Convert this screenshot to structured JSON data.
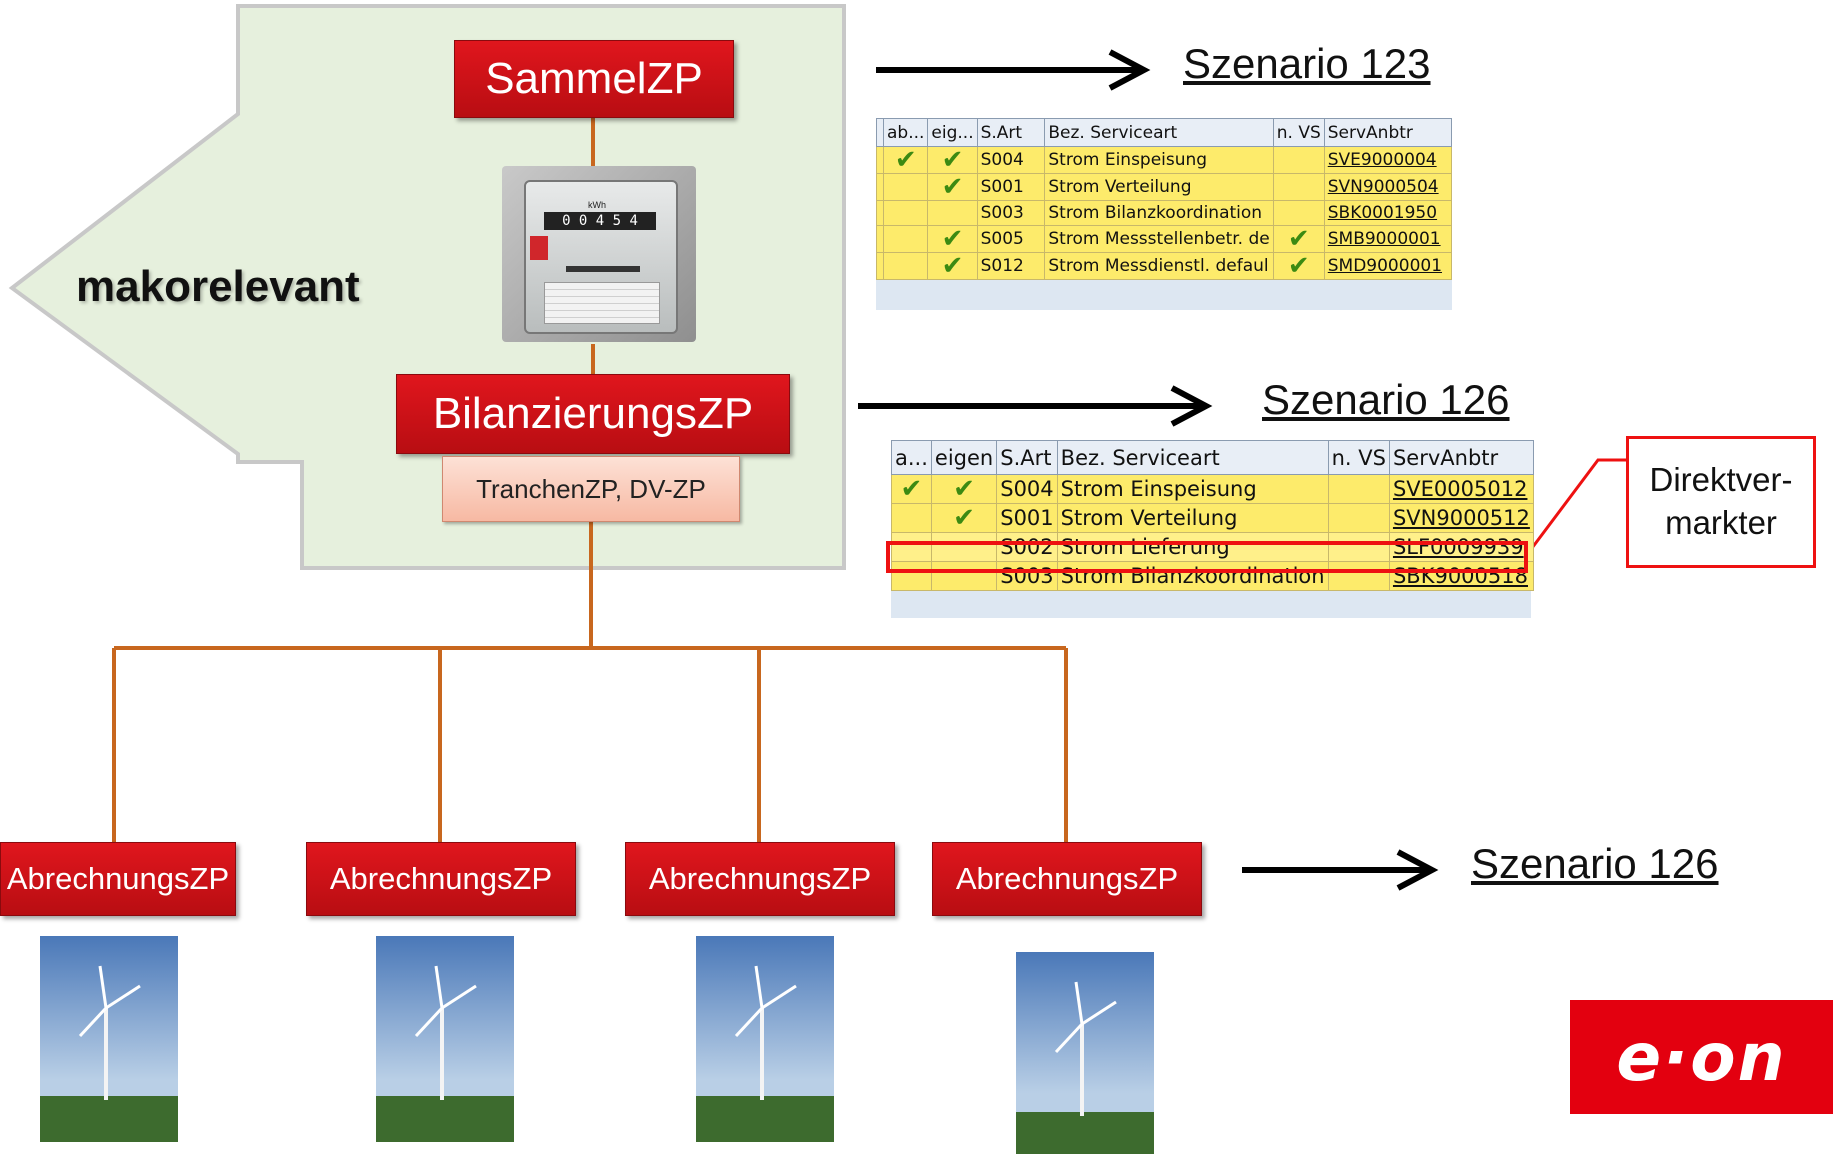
{
  "diagram": {
    "sammel_label": "SammelZP",
    "bilanz_label": "BilanzierungsZP",
    "tranchen_label": "TranchenZP, DV-ZP",
    "makorelevant_label": "makorelevant",
    "abrechnung_labels": [
      "AbrechnungsZP",
      "AbrechnungsZP",
      "AbrechnungsZP",
      "AbrechnungsZP"
    ],
    "direktvermarkter_label_line1": "Direktver-",
    "direktvermarkter_label_line2": "markter"
  },
  "scenarios": {
    "top": "Szenario 123",
    "middle": "Szenario 126",
    "bottom": "Szenario 126"
  },
  "meter_text": "0 0 4 5 4",
  "meter_unit": "kWh",
  "table1": {
    "headers": [
      "ab...",
      "eig...",
      "S.Art",
      "Bez. Serviceart",
      "n. VS",
      "ServAnbtr"
    ],
    "rows": [
      {
        "ab": true,
        "eig": true,
        "sart": "S004",
        "bez": "Strom Einspeisung",
        "nvs": false,
        "anbtr": "SVE9000004"
      },
      {
        "ab": false,
        "eig": true,
        "sart": "S001",
        "bez": "Strom Verteilung",
        "nvs": false,
        "anbtr": "SVN9000504"
      },
      {
        "ab": false,
        "eig": false,
        "sart": "S003",
        "bez": "Strom Bilanzkoordination",
        "nvs": false,
        "anbtr": "SBK0001950"
      },
      {
        "ab": false,
        "eig": true,
        "sart": "S005",
        "bez": "Strom Messstellenbetr. de",
        "nvs": true,
        "anbtr": "SMB9000001"
      },
      {
        "ab": false,
        "eig": true,
        "sart": "S012",
        "bez": "Strom Messdienstl. defaul",
        "nvs": true,
        "anbtr": "SMD9000001"
      }
    ]
  },
  "table2": {
    "headers": [
      "a...",
      "eigen",
      "S.Art",
      "Bez. Serviceart",
      "n. VS",
      "ServAnbtr"
    ],
    "rows": [
      {
        "ab": true,
        "eig": true,
        "sart": "S004",
        "bez": "Strom Einspeisung",
        "nvs": false,
        "anbtr": "SVE0005012"
      },
      {
        "ab": false,
        "eig": true,
        "sart": "S001",
        "bez": "Strom Verteilung",
        "nvs": false,
        "anbtr": "SVN9000512"
      },
      {
        "ab": false,
        "eig": false,
        "sart": "S002",
        "bez": "Strom Lieferung",
        "nvs": false,
        "anbtr": "SLF0009939"
      },
      {
        "ab": false,
        "eig": false,
        "sart": "S003",
        "bez": "Strom Bilanzkoordination",
        "nvs": false,
        "anbtr": "SBK9000518"
      }
    ]
  },
  "logo_text": "e·on",
  "colors": {
    "brand_red": "#e3000f",
    "connector_orange": "#c8671e",
    "panel_green": "#e6f0dd",
    "check_green": "#3c8a12",
    "table_yellow": "#fdeb6b"
  }
}
